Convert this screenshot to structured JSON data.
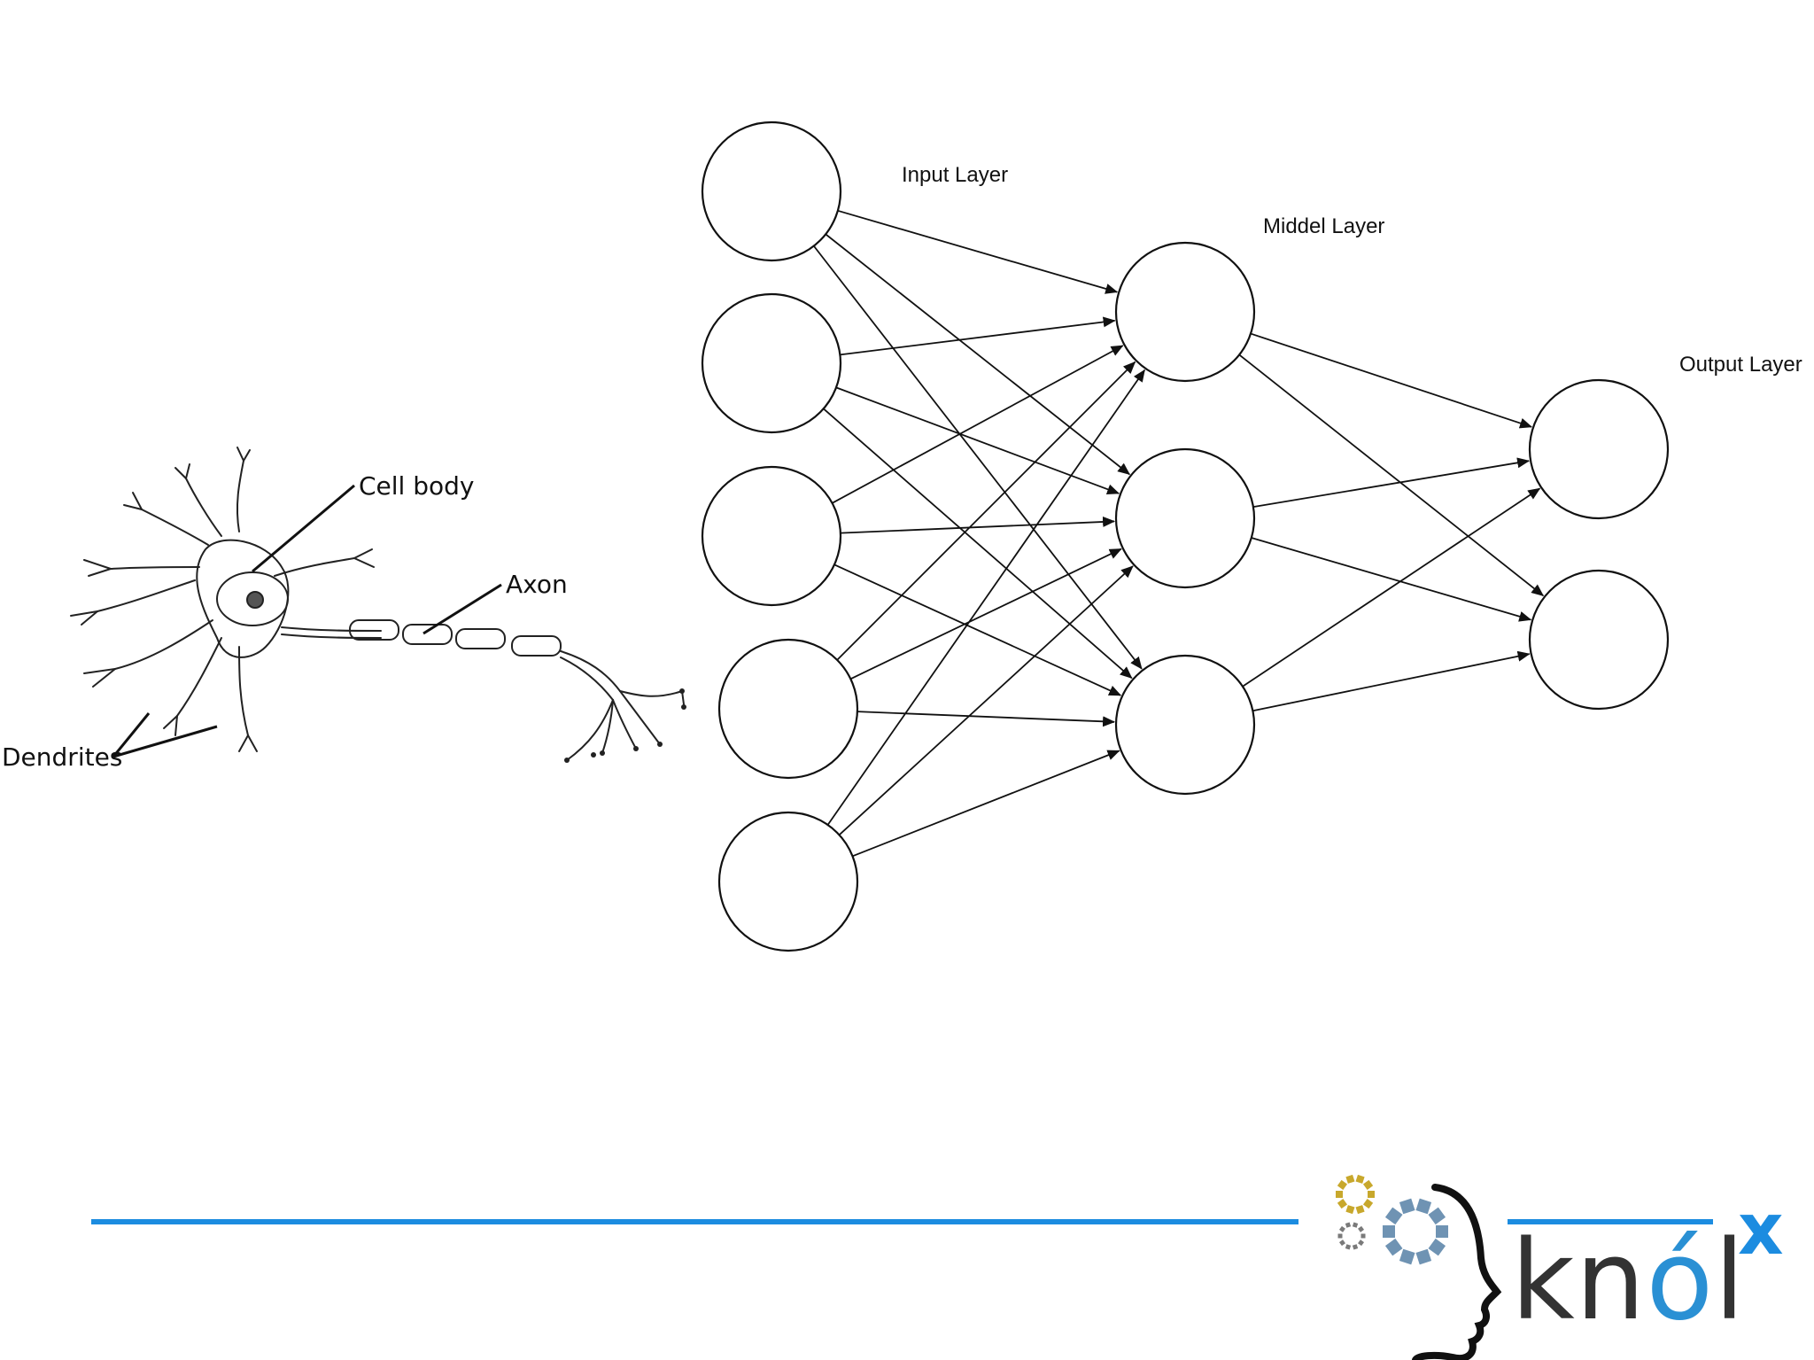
{
  "diagram": {
    "layer_labels": {
      "input": "Input Layer",
      "middle": "Middel Layer",
      "output": "Output Layer"
    },
    "neuron_labels": {
      "cell_body": "Cell body",
      "axon": "Axon",
      "dendrites": "Dendrites"
    },
    "layers": {
      "input_count": 5,
      "middle_count": 3,
      "output_count": 2
    },
    "connections": "fully-connected"
  },
  "footer": {
    "logo": {
      "word_k": "kn",
      "word_o": "ó",
      "word_l": "l",
      "superscript": "x"
    }
  },
  "colors": {
    "accent_blue": "#1c8ce0",
    "logo_o": "#2a90d4",
    "logo_text": "#333333",
    "gear_gold": "#c8a82c",
    "gear_blue": "#6f93b3",
    "gear_gray": "#7a7a7a",
    "line": "#111111"
  }
}
